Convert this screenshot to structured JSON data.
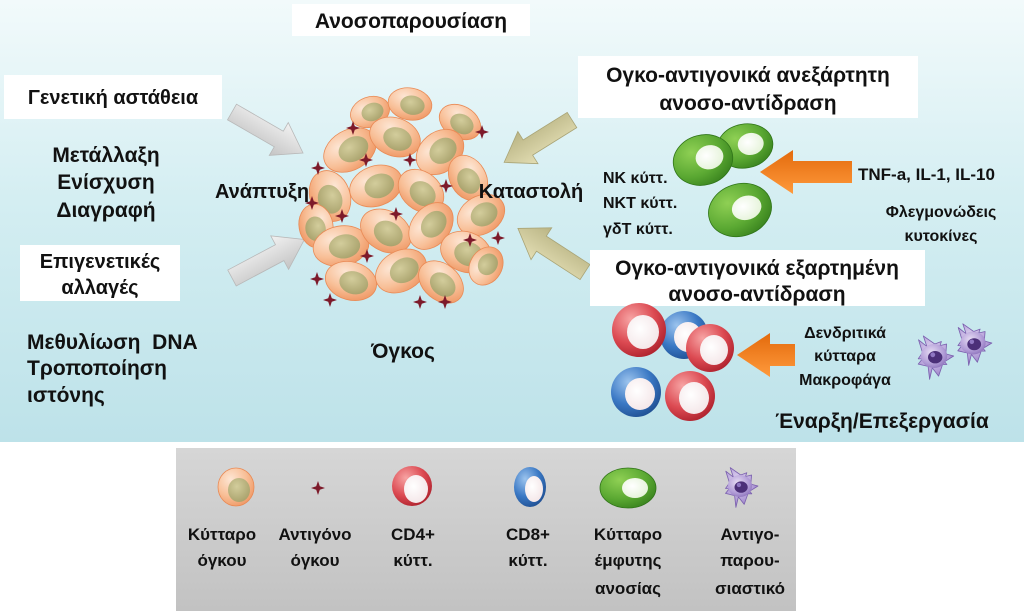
{
  "title": "Ανοσοπαρουσίαση",
  "left": {
    "genetic": {
      "heading": "Γενετική αστάθεια",
      "items": [
        "Μετάλλαξη",
        "Ενίσχυση",
        "Διαγραφή"
      ]
    },
    "epigenetic": {
      "heading_lines": [
        "Επιγενετικές",
        "αλλαγές"
      ],
      "items": [
        "Μεθυλίωση  DNA",
        "Τροποποίηση",
        "ιστόνης"
      ]
    }
  },
  "center": {
    "growth": "Ανάπτυξη",
    "suppression": "Καταστολή",
    "tumor": "Όγκος"
  },
  "right": {
    "independent": {
      "heading_lines": [
        "Ογκο-αντιγονικά ανεξάρτητη",
        "ανοσο-αντίδραση"
      ],
      "cells": [
        "NK κύττ.",
        "NKT κύττ.",
        "γδT κύττ."
      ],
      "cytokines": "TNF-a, IL-1, IL-10",
      "cytokine_label": [
        "Φλεγμονώδεις",
        "κυτοκίνες"
      ]
    },
    "dependent": {
      "heading_lines": [
        "Ογκο-αντιγονικά εξαρτημένη",
        "ανοσο-αντίδραση"
      ],
      "apc_label": [
        "Δενδριτικά",
        "κύτταρα",
        "Μακροφάγα"
      ],
      "stage": "Έναρξη/Επεξεργασία"
    }
  },
  "legend": [
    {
      "icon": "tumor-cell-icon",
      "label": [
        "Κύτταρο",
        "όγκου"
      ]
    },
    {
      "icon": "tumor-antigen-icon",
      "label": [
        "Αντιγόνο",
        "όγκου"
      ]
    },
    {
      "icon": "cd4-cell-icon",
      "label": [
        "CD4+",
        "κύττ."
      ]
    },
    {
      "icon": "cd8-cell-icon",
      "label": [
        "CD8+",
        "κύττ."
      ]
    },
    {
      "icon": "innate-immune-cell-icon",
      "label": [
        "Κύτταρο",
        "έμφυτης",
        "ανοσίας"
      ]
    },
    {
      "icon": "antigen-presenting-cell-icon",
      "label": [
        "Αντιγο-",
        "παρου-",
        "σιαστικό"
      ]
    }
  ],
  "colors": {
    "panel_background": "#c3e5ec",
    "tumor_cell": "#f4a878",
    "tumor_nucleus": "#b3ad78",
    "antigen": "#7d1a2a",
    "innate_cell": "#4f9e2c",
    "cd4_cell": "#d23a44",
    "cd8_cell": "#2c66b0",
    "apc_cell": "#9a80c4",
    "cytokine_arrow": "#f07818",
    "legend_background": "#cbcbcb"
  }
}
